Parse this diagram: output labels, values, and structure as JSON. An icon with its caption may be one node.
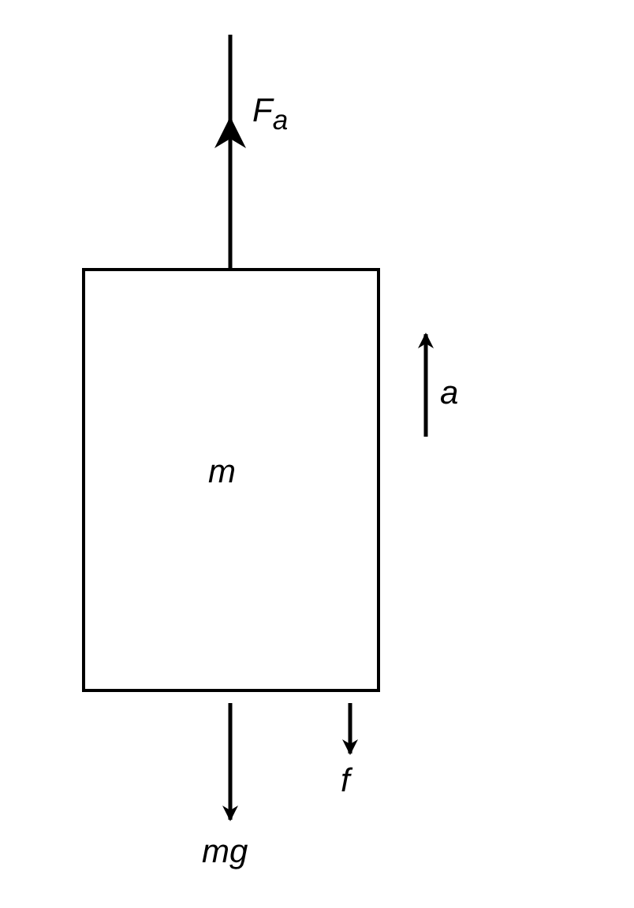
{
  "diagram": {
    "nodes": [
      {
        "text": [
          "m"
        ]
      }
    ],
    "labels": [
      "F$_{a}$",
      "a",
      "f",
      "mg"
    ]
  }
}
